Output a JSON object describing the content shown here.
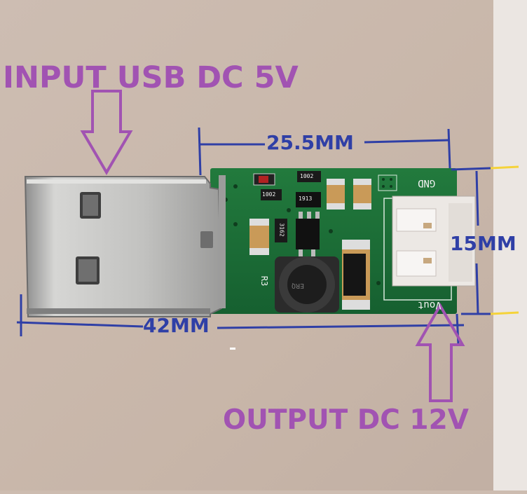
{
  "photo": {
    "input_label": "INPUT USB DC 5V",
    "output_label": "OUTPUT DC 12V",
    "dimension_length": "42MM",
    "dimension_board": "25.5MM",
    "dimension_width": "15MM"
  },
  "board_markings": {
    "gnd": "GND",
    "vout": "Vout",
    "r3": "R3",
    "r2": "1002",
    "r1": "1002",
    "r4": "3162",
    "ic": "1913",
    "inductor": "ERQ"
  },
  "colors": {
    "background": "#cdbcb0",
    "pcb": "#1c6f36",
    "usb_metal": "#b9b9b8",
    "arrow": "#a153b2",
    "dimension": "#2f3fa6",
    "tick": "#f5d33a"
  }
}
